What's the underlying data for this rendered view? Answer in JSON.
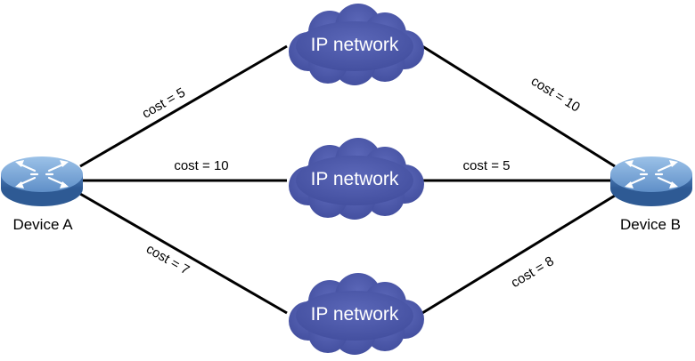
{
  "colors": {
    "cloud_fill": "#4a56a8",
    "device_top": "#7aa6d6",
    "device_side": "#3f6ca6",
    "link": "#000000"
  },
  "devices": {
    "a": {
      "label": "Device A",
      "icon": "router-icon"
    },
    "b": {
      "label": "Device B",
      "icon": "router-icon"
    }
  },
  "networks": [
    {
      "label": "IP network",
      "icon": "cloud-icon"
    },
    {
      "label": "IP network",
      "icon": "cloud-icon"
    },
    {
      "label": "IP network",
      "icon": "cloud-icon"
    }
  ],
  "links": {
    "a_top": "cost = 5",
    "a_mid": "cost = 10",
    "a_bot": "cost = 7",
    "b_top": "cost = 10",
    "b_mid": "cost = 5",
    "b_bot": "cost = 8"
  }
}
